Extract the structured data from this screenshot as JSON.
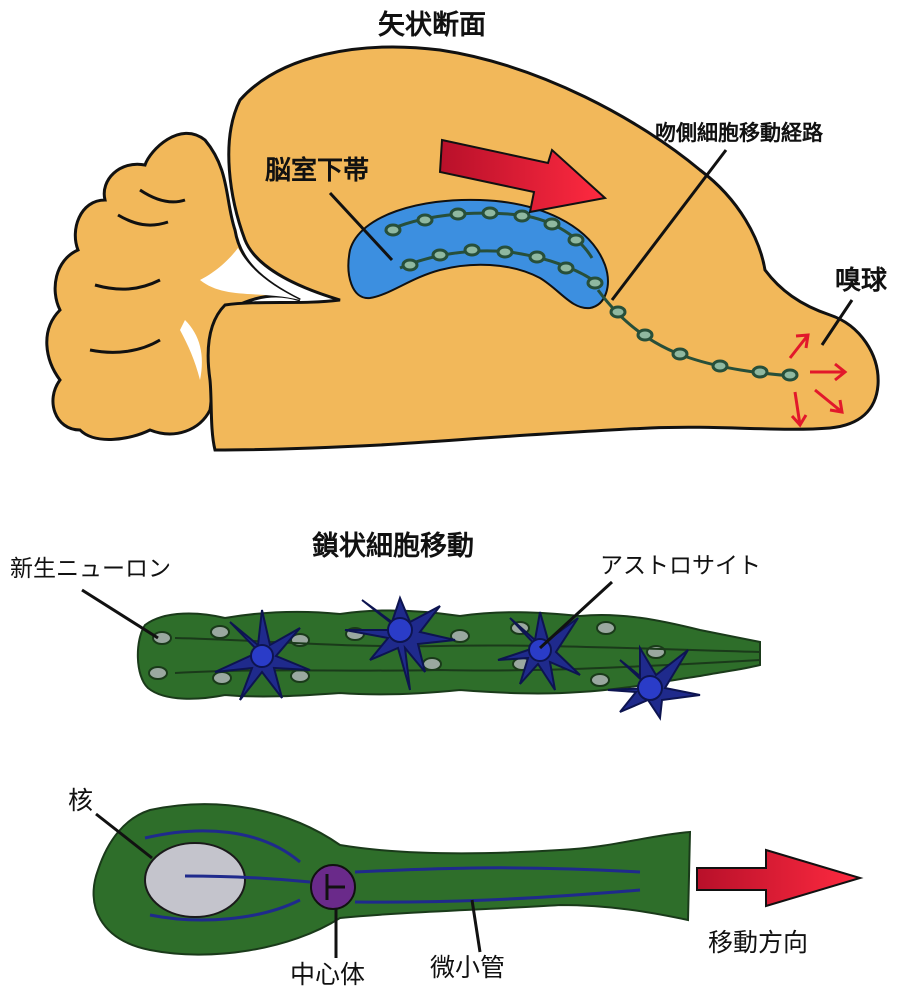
{
  "sagittal": {
    "title": "矢状断面",
    "svz_label": "脳室下帯",
    "rms_label": "吻側細胞移動経路",
    "ob_label": "嗅球",
    "colors": {
      "brain": "#f2b85a",
      "svz": "#3c8fe0",
      "chain": "#274f3a",
      "arrow_red": "#e2182b"
    }
  },
  "chain_migration": {
    "title": "鎖状細胞移動",
    "neuron_label": "新生ニューロン",
    "astrocyte_label": "アストロサイト",
    "colors": {
      "neuron": "#2e6e2a",
      "astrocyte": "#1f2a8c"
    }
  },
  "cell": {
    "nucleus_label": "核",
    "centrosome_label": "中心体",
    "microtubule_label": "微小管",
    "direction_label": "移動方向",
    "colors": {
      "cell": "#2e6e2a",
      "nucleus": "#c4c4cc",
      "centrosome": "#6a2a8a",
      "microtubule": "#1f2a8c",
      "arrow": "#d81a3a"
    }
  }
}
